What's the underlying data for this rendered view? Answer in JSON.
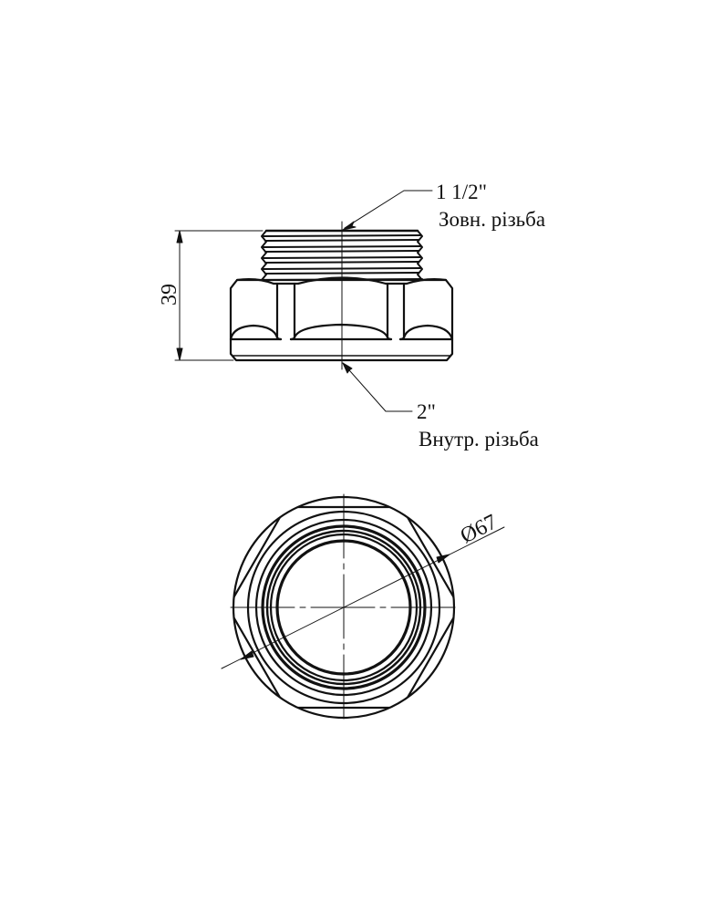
{
  "drawing": {
    "side_view": {
      "height_dimension": "39",
      "top_callout": {
        "size": "1 1/2\"",
        "description": "Зовн. різьба"
      },
      "bottom_callout": {
        "size": "2\"",
        "description": "Внутр. різьба"
      }
    },
    "front_view": {
      "diameter_dimension": "Ø67"
    }
  },
  "colors": {
    "line": "#111111",
    "background": "#ffffff"
  }
}
